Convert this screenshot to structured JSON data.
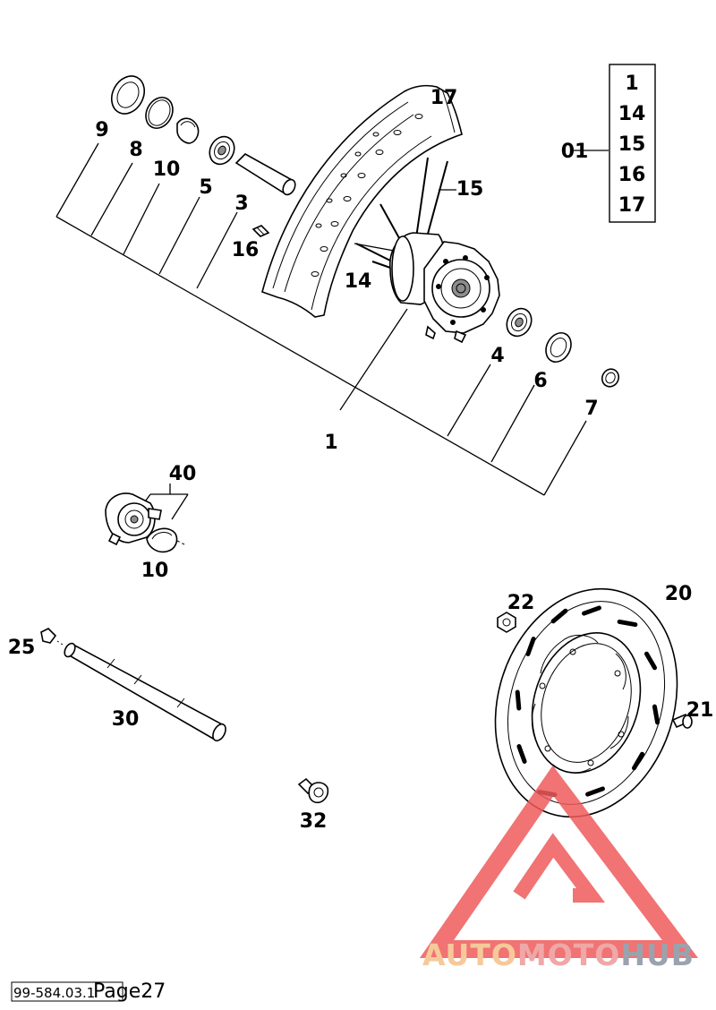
{
  "callouts": {
    "c9": "9",
    "c8": "8",
    "c10a": "10",
    "c5": "5",
    "c3": "3",
    "c16": "16",
    "c14": "14",
    "c15": "15",
    "c17": "17",
    "c1": "1",
    "c4": "4",
    "c6": "6",
    "c7": "7",
    "c40": "40",
    "c10b": "10",
    "c25": "25",
    "c30": "30",
    "c32": "32",
    "c22": "22",
    "c20": "20",
    "c21": "21"
  },
  "kit": {
    "label": "01",
    "items": [
      "1",
      "14",
      "15",
      "16",
      "17"
    ]
  },
  "watermark": {
    "word_a": "AUTO",
    "word_b": "MOTO",
    "word_c": "HUB",
    "color_a": "#f6c99a",
    "color_b": "#f0a7a7",
    "color_c": "#9aa3ad",
    "logo_color": "#ef5b5b"
  },
  "footer": {
    "code": "99-584.03.1",
    "page": "Page27"
  }
}
